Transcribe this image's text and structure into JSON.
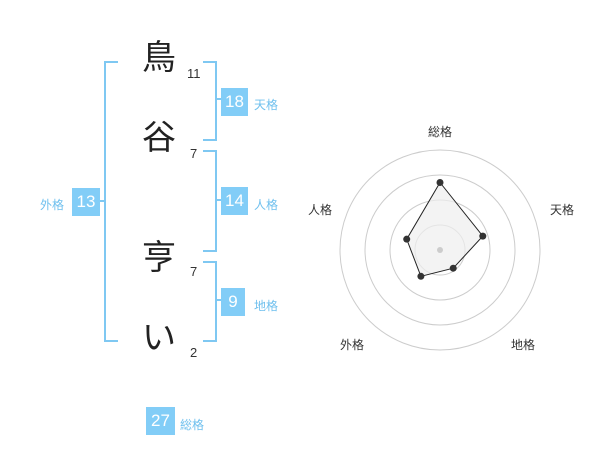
{
  "name": {
    "characters": [
      {
        "char": "鳥",
        "strokes": "11"
      },
      {
        "char": "谷",
        "strokes": "7"
      },
      {
        "char": "亨",
        "strokes": "7"
      },
      {
        "char": "い",
        "strokes": "2"
      }
    ]
  },
  "fortunes": {
    "tenkaku": {
      "value": "18",
      "label": "天格"
    },
    "jinkaku": {
      "value": "14",
      "label": "人格"
    },
    "chikaku": {
      "value": "9",
      "label": "地格"
    },
    "gaikaku": {
      "value": "13",
      "label": "外格"
    },
    "soukaku": {
      "value": "27",
      "label": "総格"
    }
  },
  "chart_data": {
    "type": "radar",
    "axes": [
      "総格",
      "天格",
      "地格",
      "外格",
      "人格"
    ],
    "values": [
      27,
      18,
      9,
      13,
      14
    ],
    "scale_rings": 4,
    "colors": {
      "ring": "#cccccc",
      "fill": "#eeeeee",
      "line": "#222222",
      "point": "#333333"
    }
  }
}
